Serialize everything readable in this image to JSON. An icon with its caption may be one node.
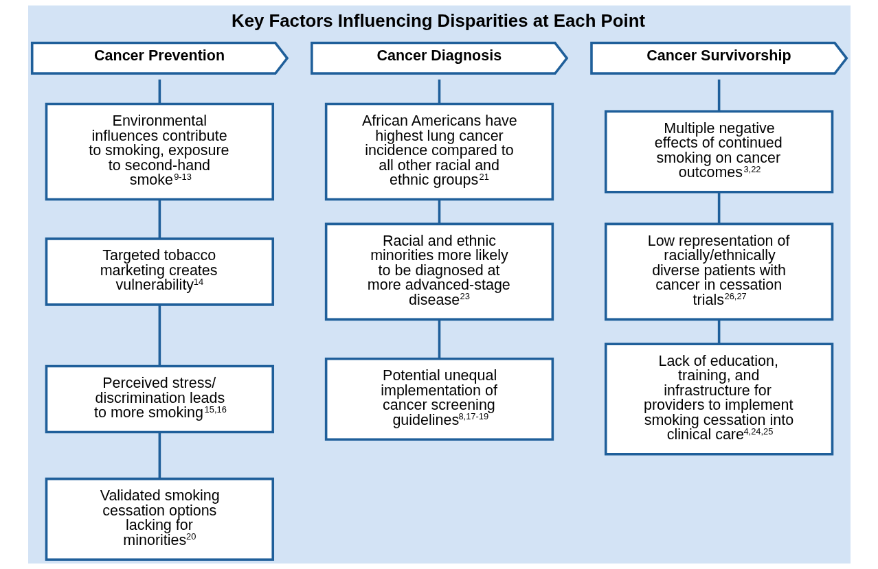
{
  "diagram": {
    "title": "Key Factors Influencing Disparities at Each Point",
    "nodes": [
      {
        "text": [
          "Cancer Prevention"
        ]
      },
      {
        "text": [
          "Cancer Diagnosis"
        ]
      },
      {
        "text": [
          "Cancer Survivorship"
        ]
      },
      {
        "text": [
          "Environmental influences contribute to smoking, exposure to second-hand smoke$^{9-13}$"
        ]
      },
      {
        "text": [
          "Targeted tobacco marketing creates vulnerability$^{14}$"
        ]
      },
      {
        "text": [
          "Perceived stress/ discrimination leads to more smoking$^{15,16}$"
        ]
      },
      {
        "text": [
          "Validated smoking cessation options lacking for minorities$^{20}$"
        ]
      },
      {
        "text": [
          "African Americans have highest lung cancer incidence compared to all other racial and ethnic groups$^{21}$"
        ]
      },
      {
        "text": [
          "Racial and ethnic minorities more likely to be diagnosed at more advanced-stage disease$^{23}$"
        ]
      },
      {
        "text": [
          "Potential unequal implementation of cancer screening guidelines$^{8,17-19}$"
        ]
      },
      {
        "text": [
          "Multiple negative effects of continued smoking on cancer outcomes$^{3,22}$"
        ]
      },
      {
        "text": [
          "Low representation of racially/ethnically diverse patients with cancer in cessation trials$^{26,27}$"
        ]
      },
      {
        "text": [
          "Lack of education, training, and infrastructure for providers to implement smoking cessation into clinical care$^{4,24,25}$"
        ]
      }
    ],
    "edges": [
      {
        "from": 0,
        "to": 3,
        "arrow": "none"
      },
      {
        "from": 3,
        "to": 4,
        "arrow": "none"
      },
      {
        "from": 4,
        "to": 5,
        "arrow": "none"
      },
      {
        "from": 5,
        "to": 6,
        "arrow": "none"
      },
      {
        "from": 1,
        "to": 7,
        "arrow": "none"
      },
      {
        "from": 7,
        "to": 8,
        "arrow": "none"
      },
      {
        "from": 8,
        "to": 9,
        "arrow": "none"
      },
      {
        "from": 2,
        "to": 10,
        "arrow": "none"
      },
      {
        "from": 10,
        "to": 11,
        "arrow": "none"
      },
      {
        "from": 11,
        "to": 12,
        "arrow": "none"
      }
    ]
  }
}
